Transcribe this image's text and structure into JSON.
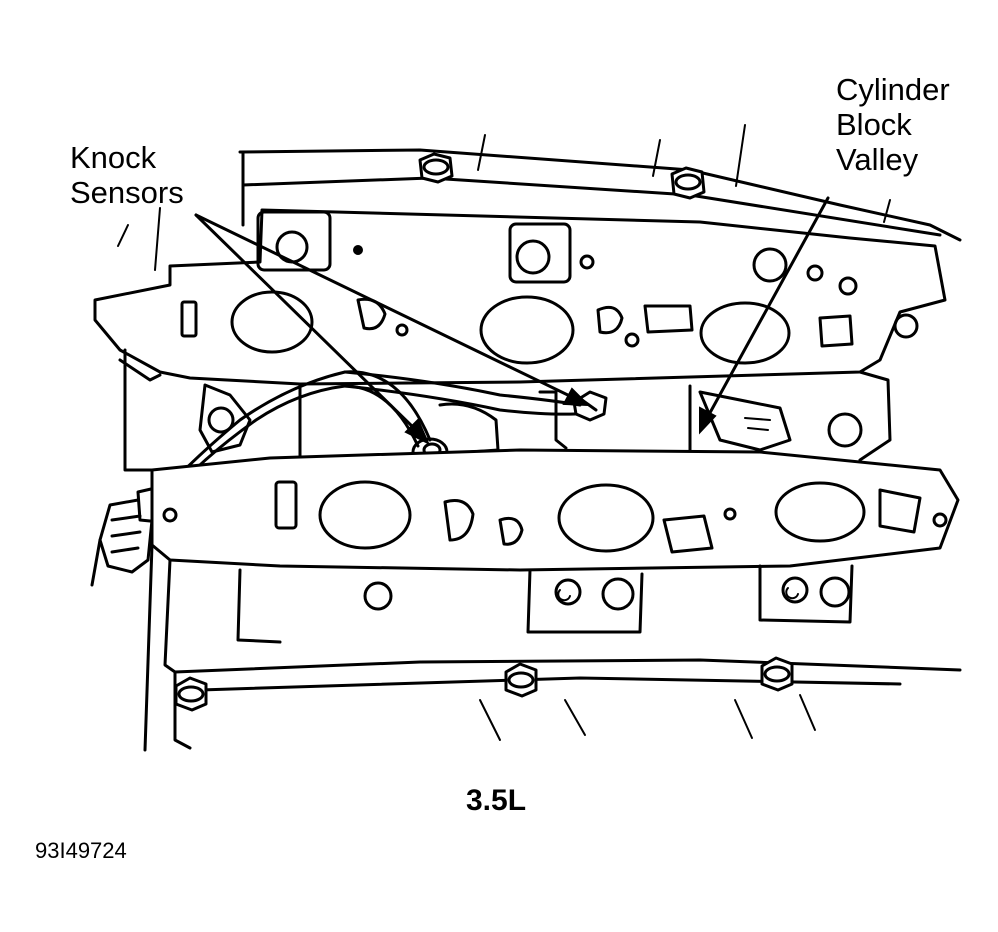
{
  "labels": {
    "knock_sensors": [
      "Knock",
      "Sensors"
    ],
    "cylinder_block_valley": [
      "Cylinder",
      "Block",
      "Valley"
    ],
    "engine": "3.5L",
    "figure_id": "93I49724"
  },
  "colors": {
    "ink": "#000000",
    "paper": "#ffffff"
  }
}
